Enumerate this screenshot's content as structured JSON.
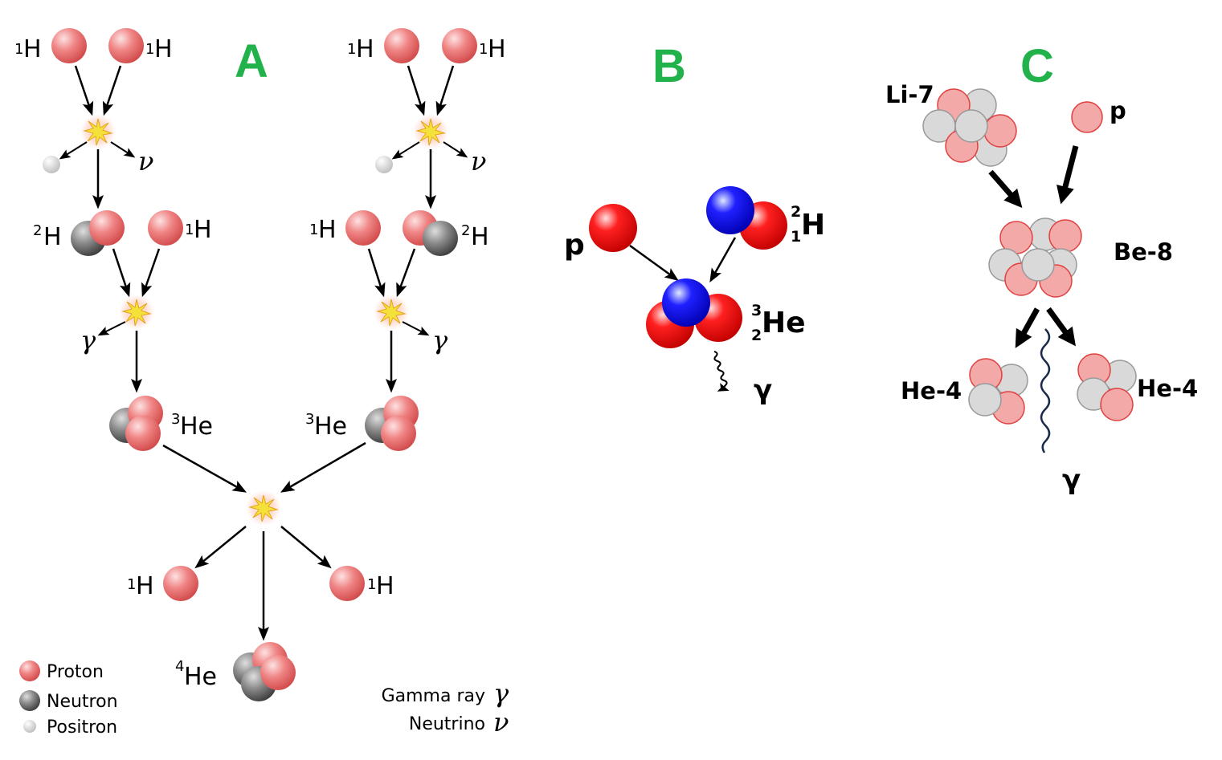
{
  "panels": {
    "a": "A",
    "b": "B",
    "c": "C"
  },
  "labels": {
    "h1_symbol": "H",
    "h1_mass": "1",
    "h2_symbol": "H",
    "h2_mass": "2",
    "he3_symbol": "He",
    "he3_mass": "3",
    "he4_symbol": "He",
    "he4_mass": "4",
    "he3_atomic": "2",
    "h2_atomic": "1",
    "gamma": "γ",
    "neutrino": "ν",
    "proton_p": "p",
    "li7": "Li-7",
    "be8": "Be-8",
    "he4": "He-4"
  },
  "legend": {
    "proton": "Proton",
    "neutron": "Neutron",
    "positron": "Positron",
    "gamma_ray": "Gamma ray",
    "neutrino": "Neutrino"
  },
  "colors": {
    "panel_label": "#22b24c",
    "proton": "#f08080",
    "neutron": "#808080",
    "positron": "#dddddd",
    "b_proton": "#ff0000",
    "b_neutron": "#0000ff",
    "c_neutron": "#c8c8c8",
    "wave": "#1a2a4a"
  }
}
